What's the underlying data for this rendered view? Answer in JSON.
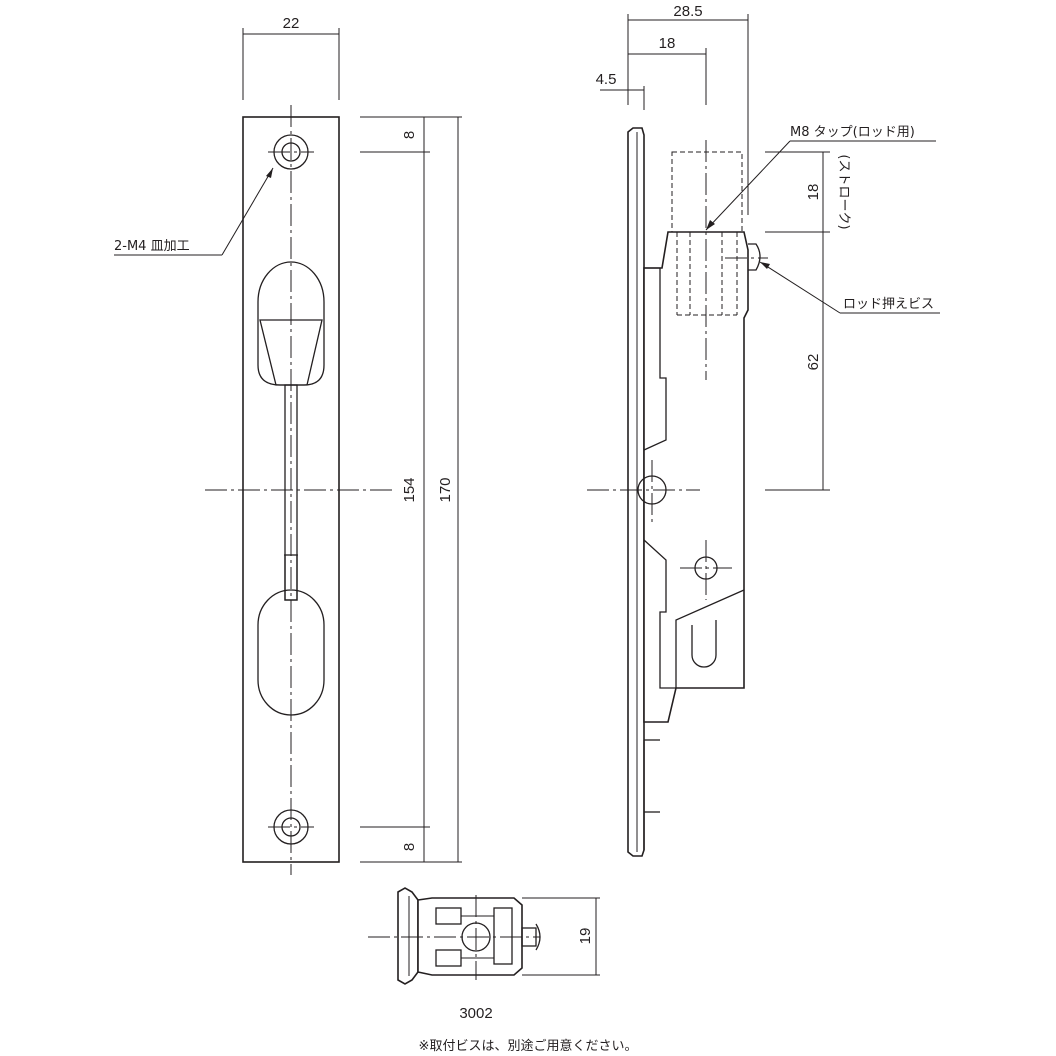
{
  "dimensions": {
    "front_width": "22",
    "hole_offset_top": "8",
    "hole_offset_bottom": "8",
    "hole_pitch": "154",
    "overall_length": "170",
    "side_total_depth": "28.5",
    "side_rod_offset": "18",
    "side_plate_thickness": "4.5",
    "stroke": "18",
    "stroke_note": "(ストローク)",
    "rod_to_center": "62",
    "bottom_height": "19"
  },
  "callouts": {
    "screw_holes": "2-M4 皿加工",
    "tap": "M8 タップ(ロッド用)",
    "rod_screw": "ロッド押えビス"
  },
  "model": "3002",
  "note": "※取付ビスは、別途ご用意ください。"
}
